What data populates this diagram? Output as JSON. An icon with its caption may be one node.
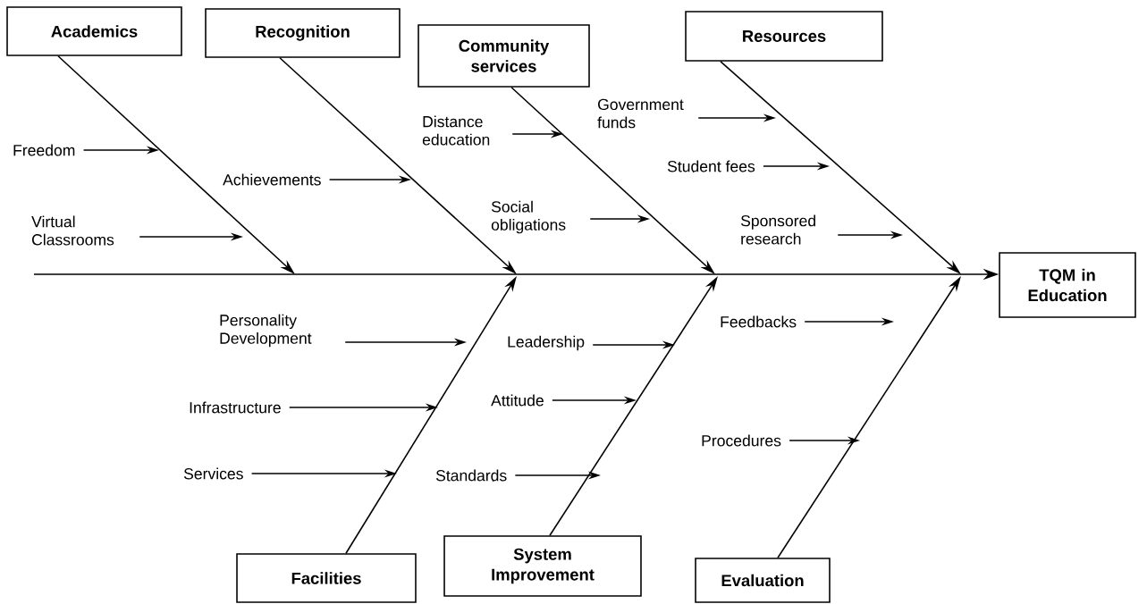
{
  "diagram": {
    "nodes": [
      {
        "text": [
          "Academics"
        ]
      },
      {
        "text": [
          "Recognition"
        ]
      },
      {
        "text": [
          "Community services"
        ]
      },
      {
        "text": [
          "Resources"
        ]
      },
      {
        "text": [
          "Freedom"
        ]
      },
      {
        "text": [
          "Virtual Classrooms"
        ]
      },
      {
        "text": [
          "Achievements"
        ]
      },
      {
        "text": [
          "Distance education"
        ]
      },
      {
        "text": [
          "Social obligations"
        ]
      },
      {
        "text": [
          "Government funds"
        ]
      },
      {
        "text": [
          "Student fees"
        ]
      },
      {
        "text": [
          "Sponsored research"
        ]
      },
      {
        "text": [
          "TQM in Education"
        ]
      },
      {
        "text": [
          "Personality Development"
        ]
      },
      {
        "text": [
          "Leadership"
        ]
      },
      {
        "text": [
          "Feedbacks"
        ]
      },
      {
        "text": [
          "Infrastructure"
        ]
      },
      {
        "text": [
          "Attitude"
        ]
      },
      {
        "text": [
          "Procedures"
        ]
      },
      {
        "text": [
          "Services"
        ]
      },
      {
        "text": [
          "Standards"
        ]
      },
      {
        "text": [
          "Facilities"
        ]
      },
      {
        "text": [
          "System Improvement"
        ]
      },
      {
        "text": [
          "Evaluation"
        ]
      }
    ],
    "edges": [
      {
        "from": null,
        "to": 12,
        "arrow": "to"
      },
      {
        "from": 0,
        "to": null,
        "arrow": "to"
      },
      {
        "from": 1,
        "to": null,
        "arrow": "to"
      },
      {
        "from": 2,
        "to": null,
        "arrow": "to"
      },
      {
        "from": 3,
        "to": null,
        "arrow": "to"
      },
      {
        "from": 21,
        "to": null,
        "arrow": "to"
      },
      {
        "from": 22,
        "to": null,
        "arrow": "to"
      },
      {
        "from": 23,
        "to": null,
        "arrow": "to"
      },
      {
        "from": 4,
        "to": null,
        "arrow": "to"
      },
      {
        "from": 5,
        "to": null,
        "arrow": "to"
      },
      {
        "from": 6,
        "to": null,
        "arrow": "to"
      },
      {
        "from": 7,
        "to": null,
        "arrow": "to"
      },
      {
        "from": 8,
        "to": null,
        "arrow": "to"
      },
      {
        "from": 9,
        "to": null,
        "arrow": "to"
      },
      {
        "from": 10,
        "to": null,
        "arrow": "to"
      },
      {
        "from": 11,
        "to": null,
        "arrow": "to"
      },
      {
        "from": 13,
        "to": null,
        "arrow": "to"
      },
      {
        "from": 14,
        "to": null,
        "arrow": "to"
      },
      {
        "from": 15,
        "to": null,
        "arrow": "to"
      },
      {
        "from": 16,
        "to": null,
        "arrow": "to"
      },
      {
        "from": 17,
        "to": null,
        "arrow": "to"
      },
      {
        "from": 18,
        "to": null,
        "arrow": "to"
      },
      {
        "from": 19,
        "to": null,
        "arrow": "to"
      },
      {
        "from": 20,
        "to": null,
        "arrow": "to"
      }
    ]
  }
}
